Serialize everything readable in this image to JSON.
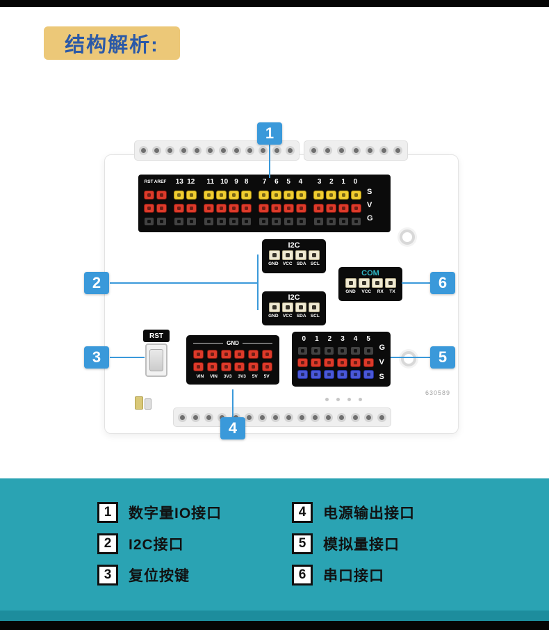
{
  "badge": {
    "text": "结构解析:"
  },
  "callouts": {
    "c1": "1",
    "c2": "2",
    "c3": "3",
    "c4": "4",
    "c5": "5",
    "c6": "6"
  },
  "board": {
    "code": "630589",
    "digital": {
      "row_labels": [
        "S",
        "V",
        "G"
      ],
      "groups": [
        {
          "label": "RST AREF",
          "count": 2,
          "rows": [
            "red",
            "red",
            "dark"
          ],
          "small": true
        },
        {
          "label": "13 12",
          "count": 2,
          "rows": [
            "yellow",
            "red",
            "dark"
          ]
        },
        {
          "label": "11 10 9 8",
          "count": 4,
          "rows": [
            "yellow",
            "red",
            "dark"
          ]
        },
        {
          "label": "7 6 5 4",
          "count": 4,
          "rows": [
            "yellow",
            "red",
            "dark"
          ]
        },
        {
          "label": "3 2 1 0",
          "count": 4,
          "rows": [
            "yellow",
            "red",
            "dark"
          ]
        }
      ]
    },
    "i2c1": {
      "title": "I2C",
      "pin_labels": "GND VCC SDA SCL",
      "count": 4
    },
    "i2c2": {
      "title": "I2C",
      "pin_labels": "GND VCC SDA SCL",
      "count": 4
    },
    "com": {
      "title": "COM",
      "pin_labels": "GND VCC RX TX",
      "count": 4
    },
    "rst": {
      "label": "RST"
    },
    "power": {
      "top_label": "GND",
      "pin_labels": "VIN VIN 3V3 3V3 5V 5V",
      "rows": [
        {
          "color": "red",
          "count": 6
        },
        {
          "color": "red",
          "count": 6
        }
      ]
    },
    "analog": {
      "top_labels": "0 1 2 3 4 5",
      "row_labels": [
        "G",
        "V",
        "S"
      ],
      "rows": [
        {
          "color": "dark",
          "count": 6
        },
        {
          "color": "red",
          "count": 6
        },
        {
          "color": "blue",
          "count": 6
        }
      ]
    }
  },
  "legend": {
    "items": [
      {
        "num": "1",
        "label": "数字量IO接口"
      },
      {
        "num": "2",
        "label": "I2C接口"
      },
      {
        "num": "3",
        "label": "复位按键"
      },
      {
        "num": "4",
        "label": "电源输出接口"
      },
      {
        "num": "5",
        "label": "模拟量接口"
      },
      {
        "num": "6",
        "label": "串口接口"
      }
    ]
  },
  "colors": {
    "accent_blue": "#3a99da",
    "teal": "#2aa3b3",
    "teal_dark": "#1d8d9d",
    "badge_bg": "#ecc878",
    "badge_text": "#2b59a7",
    "com_title": "#2fb9c6",
    "pin_yellow": "#f0cd30",
    "pin_red": "#dd3a2a",
    "pin_dark": "#424242",
    "pin_blue": "#4a58d8"
  }
}
